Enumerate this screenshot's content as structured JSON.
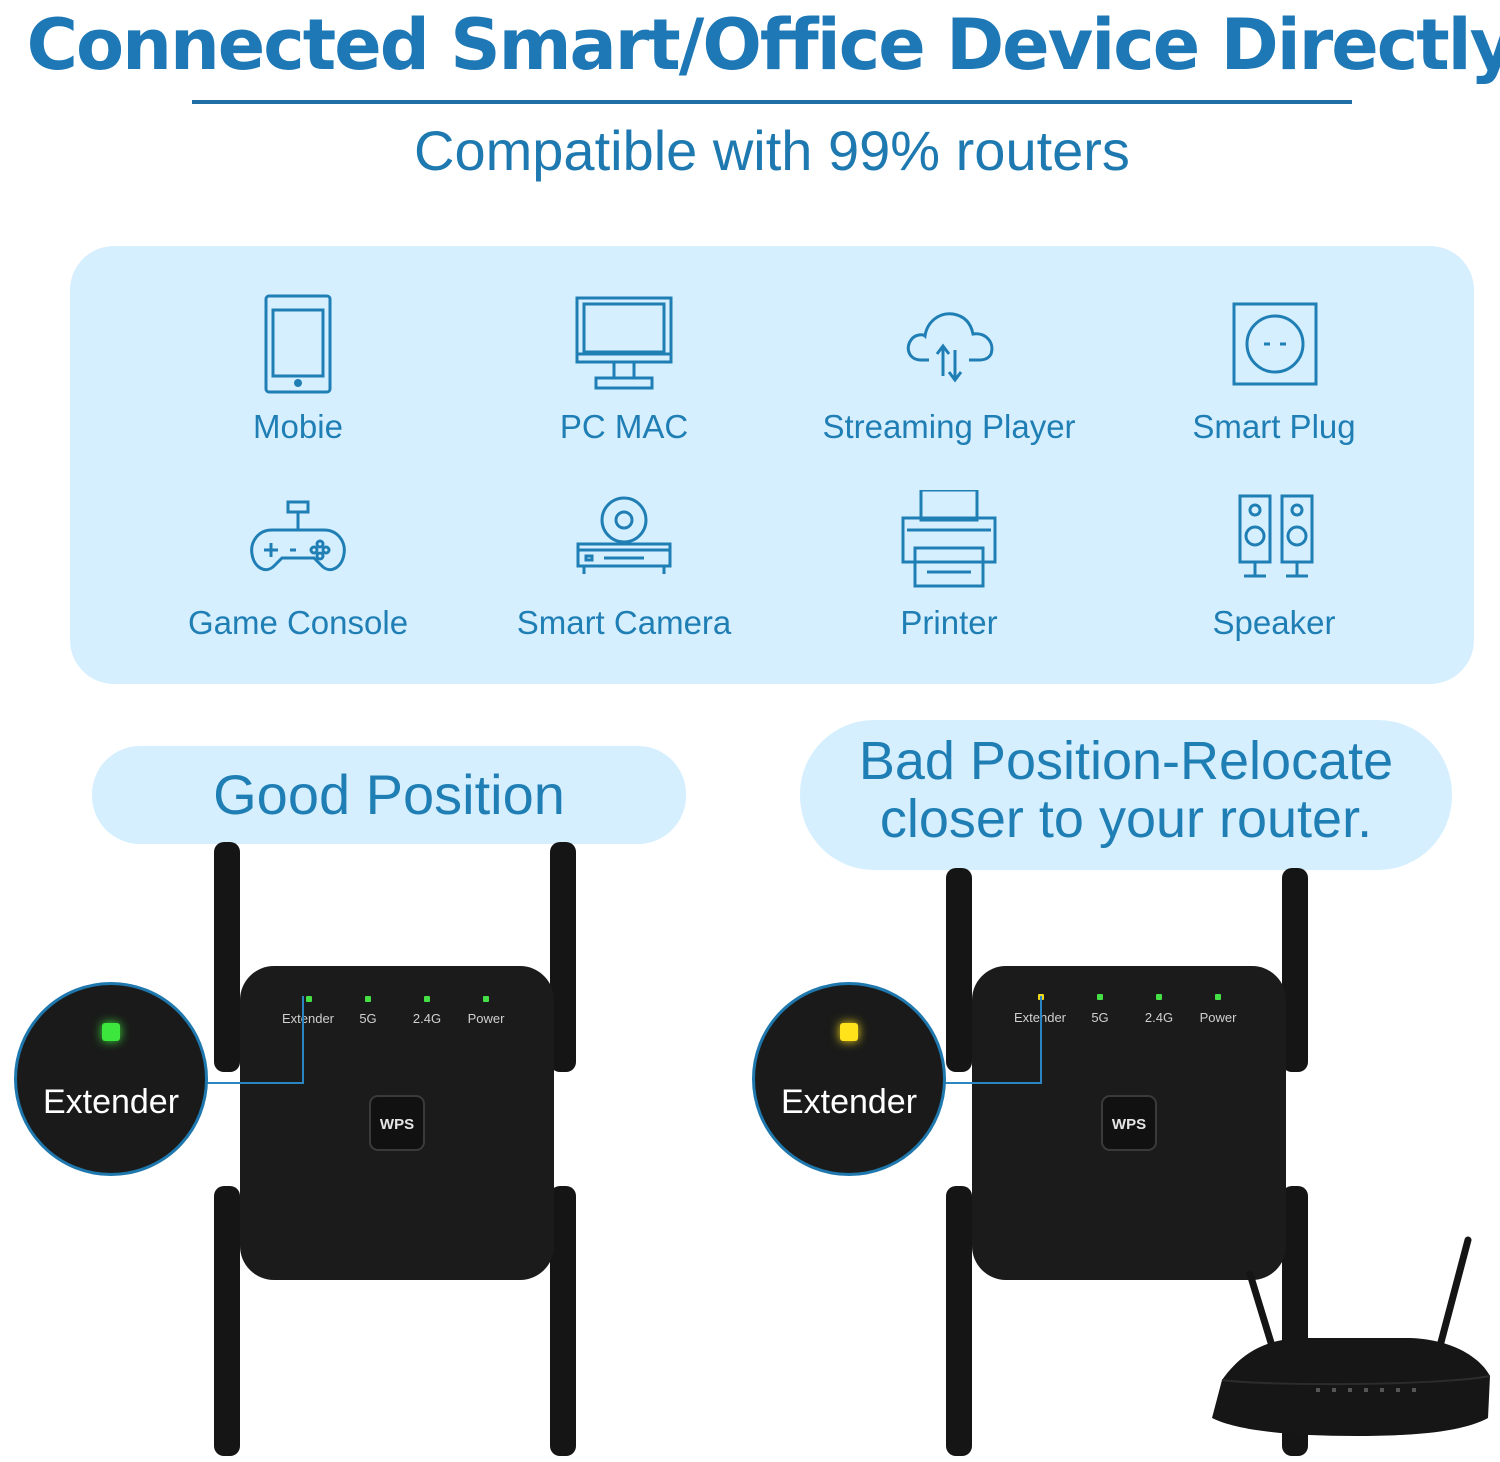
{
  "header": {
    "title": "Connected Smart/Office Device Directly",
    "subtitle": "Compatible with 99% routers"
  },
  "devices": [
    {
      "label": "Mobie",
      "icon": "tablet-icon"
    },
    {
      "label": "PC MAC",
      "icon": "monitor-icon"
    },
    {
      "label": "Streaming Player",
      "icon": "cloud-icon"
    },
    {
      "label": "Smart Plug",
      "icon": "socket-icon"
    },
    {
      "label": "Game Console",
      "icon": "gamepad-icon"
    },
    {
      "label": "Smart Camera",
      "icon": "camera-icon"
    },
    {
      "label": "Printer",
      "icon": "printer-icon"
    },
    {
      "label": "Speaker",
      "icon": "speaker-icon"
    }
  ],
  "positions": {
    "good": {
      "label": "Good Position",
      "badge_label": "Extender",
      "led_color": "#3ce63c"
    },
    "bad": {
      "label_line1": "Bad Position-Relocate",
      "label_line2": "closer to your router.",
      "badge_label": "Extender",
      "led_color": "#ffe21a"
    }
  },
  "extender": {
    "indicators": [
      "Extender",
      "5G",
      "2.4G",
      "Power"
    ],
    "button_label": "WPS"
  },
  "colors": {
    "brand_blue": "#1e78b6",
    "panel_bg": "#d6efff",
    "device_body": "#1b1b1b"
  }
}
